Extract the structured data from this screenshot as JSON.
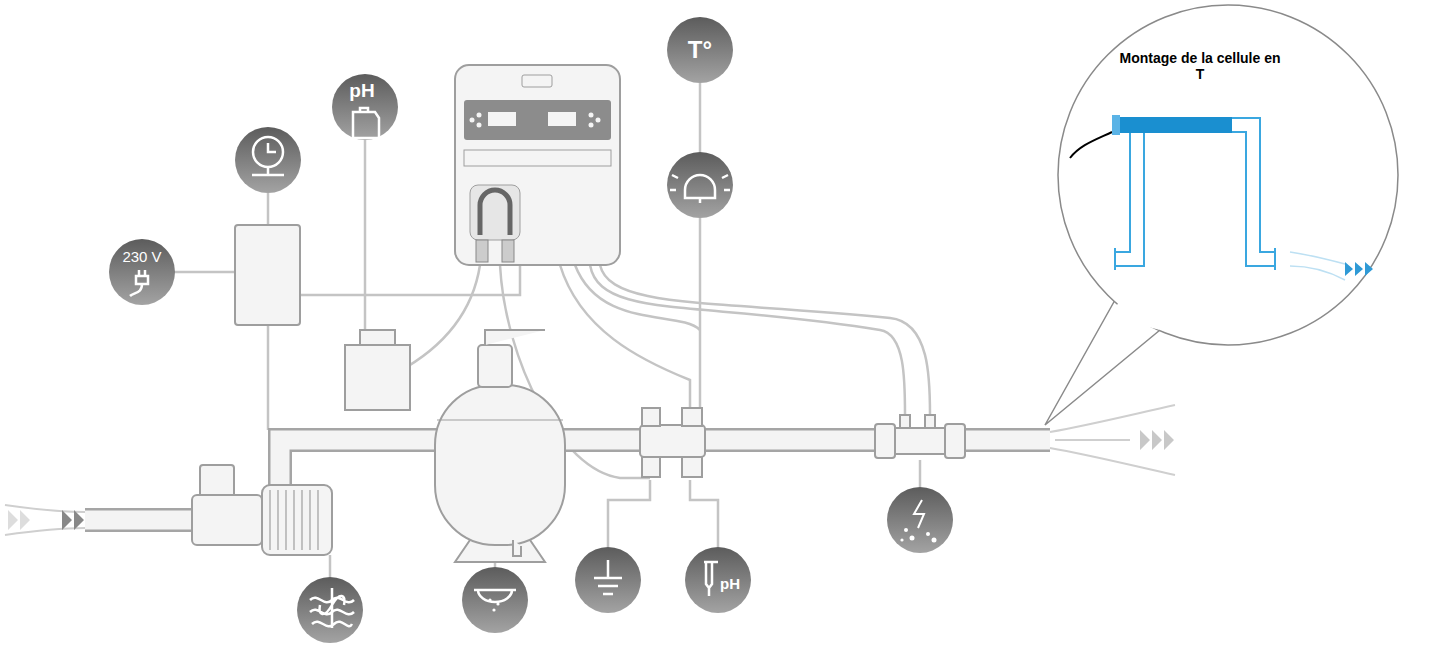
{
  "diagram": {
    "nodes": [
      {
        "text": [
          "Montage de la cellule en T"
        ]
      },
      {
        "text": [
          "T°"
        ]
      },
      {
        "text": [
          "pH"
        ]
      },
      {
        "text": [
          "230 V"
        ]
      },
      {
        "text": [
          "pH"
        ]
      }
    ]
  }
}
